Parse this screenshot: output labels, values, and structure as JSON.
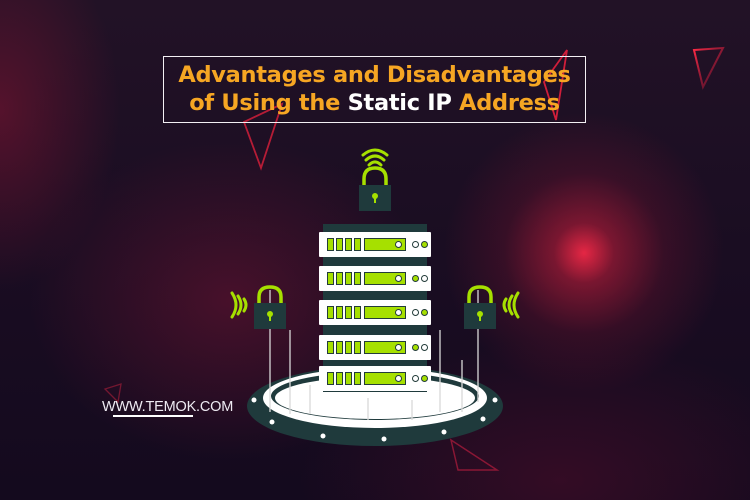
{
  "title": {
    "line1": "Advantages and Disadvantages",
    "line2_prefix": "of Using the ",
    "line2_highlight": "Static IP",
    "line2_suffix": " Address"
  },
  "footer": {
    "website": "WWW.TEMOK.COM"
  },
  "colors": {
    "title_accent": "#f6a623",
    "title_highlight": "#ffffff",
    "lime_accent": "#a6e000",
    "dark_teal": "#1f3a3c",
    "glow_red": "#f02846",
    "background": "#1b0e22"
  },
  "illustration": {
    "server_units": [
      {
        "leds": [
          "off",
          "on"
        ]
      },
      {
        "leds": [
          "on",
          "off"
        ]
      },
      {
        "leds": [
          "off",
          "on"
        ]
      },
      {
        "leds": [
          "on",
          "off"
        ]
      },
      {
        "leds": [
          "off",
          "on"
        ]
      }
    ],
    "locks": [
      {
        "position": "top",
        "signal": "wifi-up"
      },
      {
        "position": "left",
        "signal": "wifi-left"
      },
      {
        "position": "right",
        "signal": "wifi-right"
      }
    ]
  }
}
